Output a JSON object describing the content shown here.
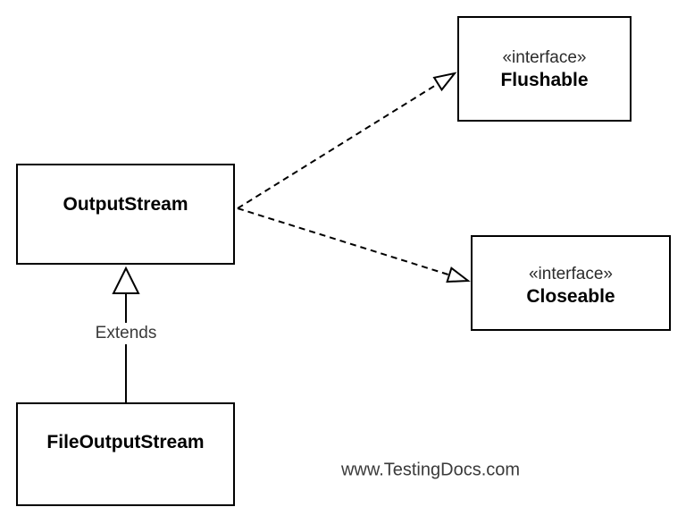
{
  "watermark": "www.TestingDocs.com",
  "nodes": {
    "output_stream": {
      "label": "OutputStream"
    },
    "flushable": {
      "stereotype": "«interface»",
      "label": "Flushable"
    },
    "closeable": {
      "stereotype": "«interface»",
      "label": "Closeable"
    },
    "file_output_stream": {
      "label": "FileOutputStream"
    }
  },
  "edges": {
    "extends": {
      "label": "Extends",
      "type": "generalization",
      "from": "FileOutputStream",
      "to": "OutputStream"
    },
    "realizes_flushable": {
      "type": "realization",
      "from": "OutputStream",
      "to": "Flushable"
    },
    "realizes_closeable": {
      "type": "realization",
      "from": "OutputStream",
      "to": "Closeable"
    }
  },
  "colors": {
    "stroke": "#000000",
    "background": "#ffffff",
    "name_text": "#000000",
    "secondary_text": "#3a3a3a"
  }
}
